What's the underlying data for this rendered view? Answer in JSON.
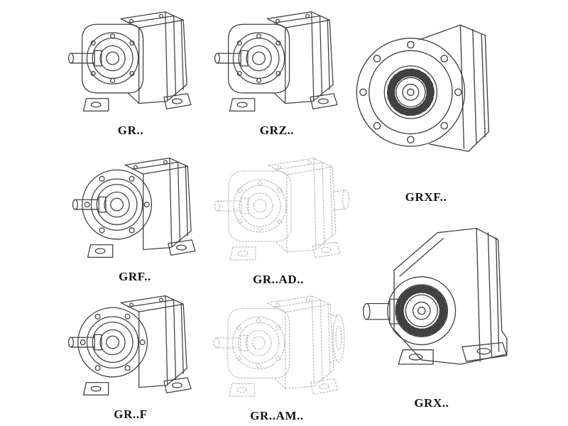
{
  "page": {
    "background": "#ffffff"
  },
  "colors": {
    "line": "#414141",
    "ghost_line": "#bfbfbf",
    "label": "#111111"
  },
  "figures": [
    {
      "id": "gr",
      "label": "GR..",
      "style": "solid",
      "drawing": "foot-mounted-helical-gearbox"
    },
    {
      "id": "grz",
      "label": "GRZ..",
      "style": "solid",
      "drawing": "foot-mounted-helical-gearbox"
    },
    {
      "id": "grxf",
      "label": "GRXF..",
      "style": "solid",
      "drawing": "flange-front-helical-gearbox"
    },
    {
      "id": "grf",
      "label": "GRF..",
      "style": "solid",
      "drawing": "flange-mounted-helical-gearbox"
    },
    {
      "id": "grad",
      "label": "GR..AD..",
      "style": "ghost",
      "drawing": "gearbox-with-input-adapter"
    },
    {
      "id": "grff",
      "label": "GR..F",
      "style": "solid",
      "drawing": "flange-mounted-helical-gearbox"
    },
    {
      "id": "gram",
      "label": "GR..AM..",
      "style": "ghost",
      "drawing": "gearbox-with-motor-adapter-flange"
    },
    {
      "id": "grx",
      "label": "GRX..",
      "style": "solid",
      "drawing": "large-foot-mounted-helical-gearbox"
    }
  ]
}
